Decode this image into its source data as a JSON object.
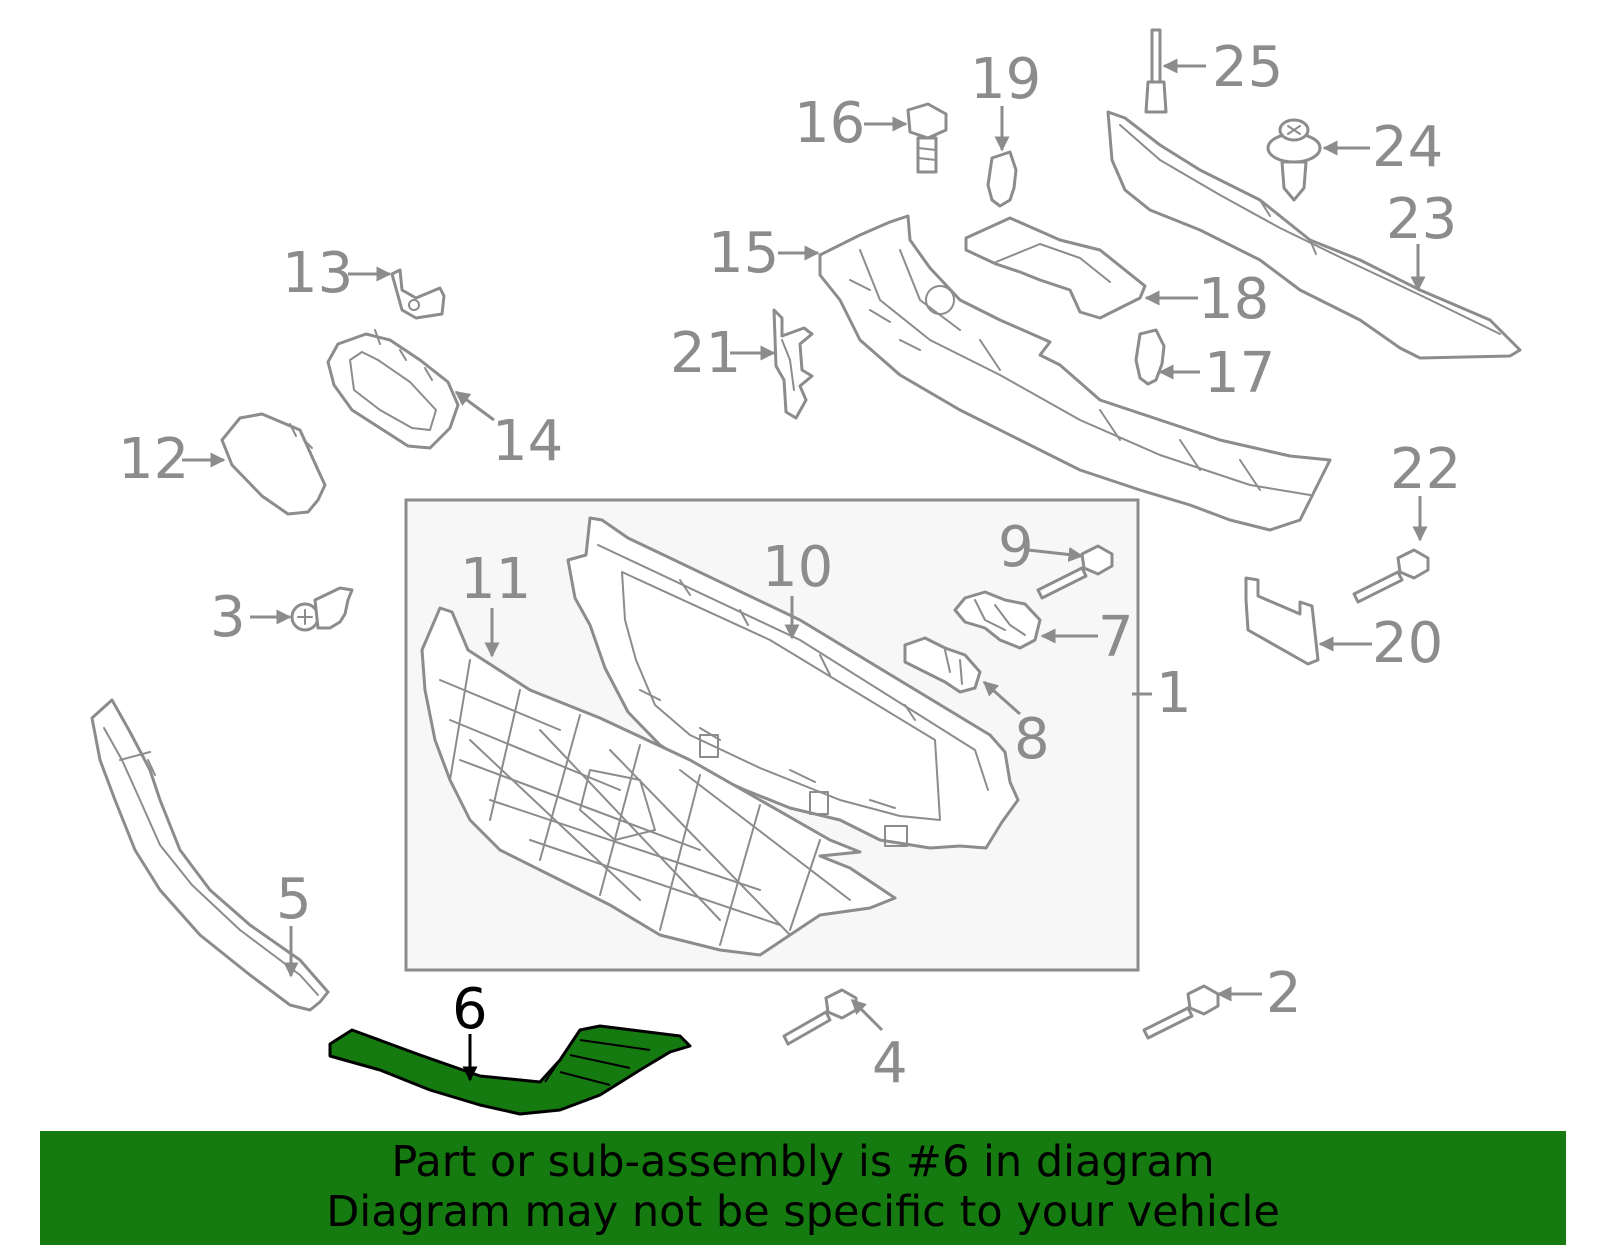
{
  "diagram": {
    "highlight_part": "6",
    "colors": {
      "line": "#8c8c8c",
      "highlight_fill": "#157a0f",
      "highlight_stroke": "#000000",
      "box_fill": "#f7f7f7",
      "banner_bg": "#157a0f",
      "banner_text": "#000000"
    },
    "callouts": {
      "c1": "1",
      "c2": "2",
      "c3": "3",
      "c4": "4",
      "c5": "5",
      "c6": "6",
      "c7": "7",
      "c8": "8",
      "c9": "9",
      "c10": "10",
      "c11": "11",
      "c12": "12",
      "c13": "13",
      "c14": "14",
      "c15": "15",
      "c16": "16",
      "c17": "17",
      "c18": "18",
      "c19": "19",
      "c20": "20",
      "c21": "21",
      "c22": "22",
      "c23": "23",
      "c24": "24",
      "c25": "25"
    }
  },
  "banner": {
    "line1": "Part or sub-assembly is #6 in diagram",
    "line2": "Diagram may not be specific to your vehicle"
  }
}
